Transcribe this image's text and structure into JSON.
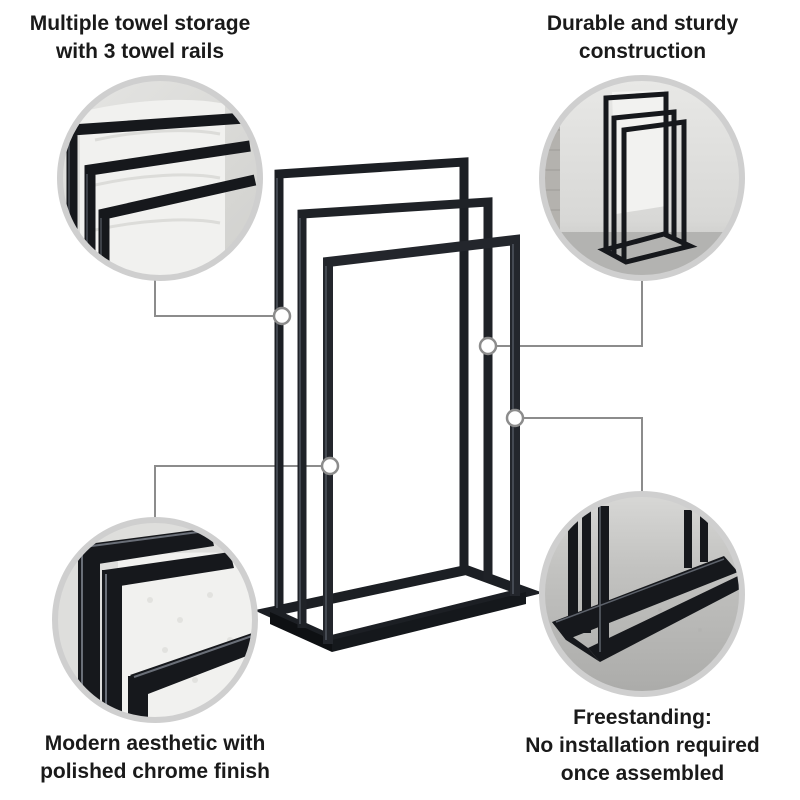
{
  "features": {
    "storage": {
      "line1": "Multiple towel storage",
      "line2": "with 3 towel rails"
    },
    "durable": {
      "line1": "Durable and sturdy",
      "line2": "construction"
    },
    "aesthetic": {
      "line1": "Modern aesthetic with",
      "line2": "polished chrome finish"
    },
    "freestanding": {
      "line1": "Freestanding:",
      "line2": "No installation required",
      "line3": "once assembled"
    }
  },
  "colors": {
    "frame": "#1c1f24",
    "callout_line": "#8c8c8c",
    "circle_border": "#cfcfcf",
    "towel": "#f1f1ef",
    "floor": "#bdbdbd"
  }
}
